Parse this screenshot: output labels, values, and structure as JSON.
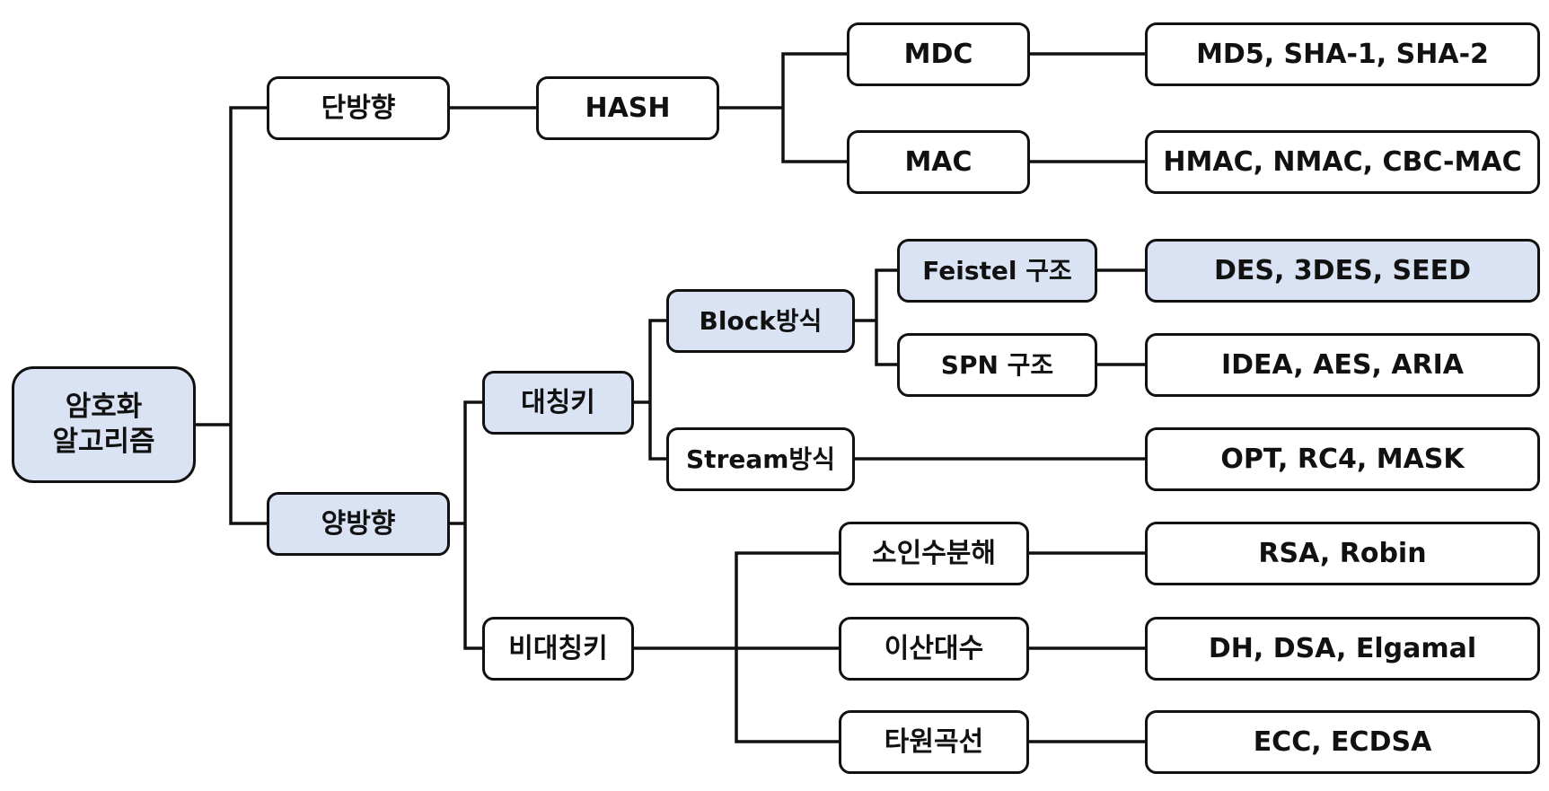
{
  "colors": {
    "highlight_fill": "#dae3f3",
    "default_fill": "#ffffff",
    "line": "#111111"
  },
  "nodes": {
    "root": {
      "label": "암호화\n알고리즘",
      "highlighted": true
    },
    "oneway": {
      "label": "단방향",
      "highlighted": false
    },
    "twoway": {
      "label": "양방향",
      "highlighted": true
    },
    "hash": {
      "label": "HASH",
      "highlighted": false
    },
    "mdc": {
      "label": "MDC",
      "highlighted": false
    },
    "mac": {
      "label": "MAC",
      "highlighted": false
    },
    "mdc_examples": {
      "label": "MD5, SHA-1, SHA-2",
      "highlighted": false
    },
    "mac_examples": {
      "label": "HMAC, NMAC, CBC-MAC",
      "highlighted": false
    },
    "symmetric": {
      "label": "대칭키",
      "highlighted": true
    },
    "asymmetric": {
      "label": "비대칭키",
      "highlighted": false
    },
    "block": {
      "label": "Block방식",
      "highlighted": true
    },
    "stream": {
      "label": "Stream방식",
      "highlighted": false
    },
    "feistel": {
      "label": "Feistel 구조",
      "highlighted": true
    },
    "spn": {
      "label": "SPN 구조",
      "highlighted": false
    },
    "feistel_examples": {
      "label": "DES, 3DES, SEED",
      "highlighted": true
    },
    "spn_examples": {
      "label": "IDEA, AES, ARIA",
      "highlighted": false
    },
    "stream_examples": {
      "label": "OPT, RC4, MASK",
      "highlighted": false
    },
    "factorization": {
      "label": "소인수분해",
      "highlighted": false
    },
    "discrete_log": {
      "label": "이산대수",
      "highlighted": false
    },
    "elliptic": {
      "label": "타원곡선",
      "highlighted": false
    },
    "factorization_examples": {
      "label": "RSA, Robin",
      "highlighted": false
    },
    "discrete_log_examples": {
      "label": "DH, DSA, Elgamal",
      "highlighted": false
    },
    "elliptic_examples": {
      "label": "ECC, ECDSA",
      "highlighted": false
    }
  }
}
